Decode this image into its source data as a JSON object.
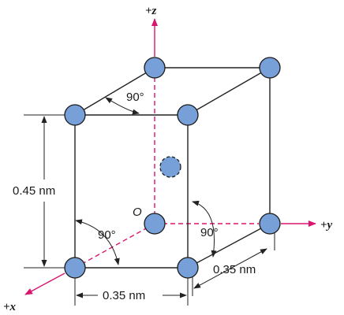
{
  "axes": {
    "z": "+z",
    "y": "+y",
    "x": "+x",
    "origin": "O"
  },
  "dimensions": {
    "height": "0.45 nm",
    "width_x": "0.35 nm",
    "width_y": "0.35 nm"
  },
  "angles": {
    "top": "90°",
    "left": "90°",
    "right": "90°"
  },
  "colors": {
    "atom": "#78a0d8",
    "axis": "#d9156f",
    "edge": "#222222"
  },
  "lattice": {
    "type": "body-centered tetragonal",
    "atoms_corner": 8,
    "atoms_center": 1
  }
}
